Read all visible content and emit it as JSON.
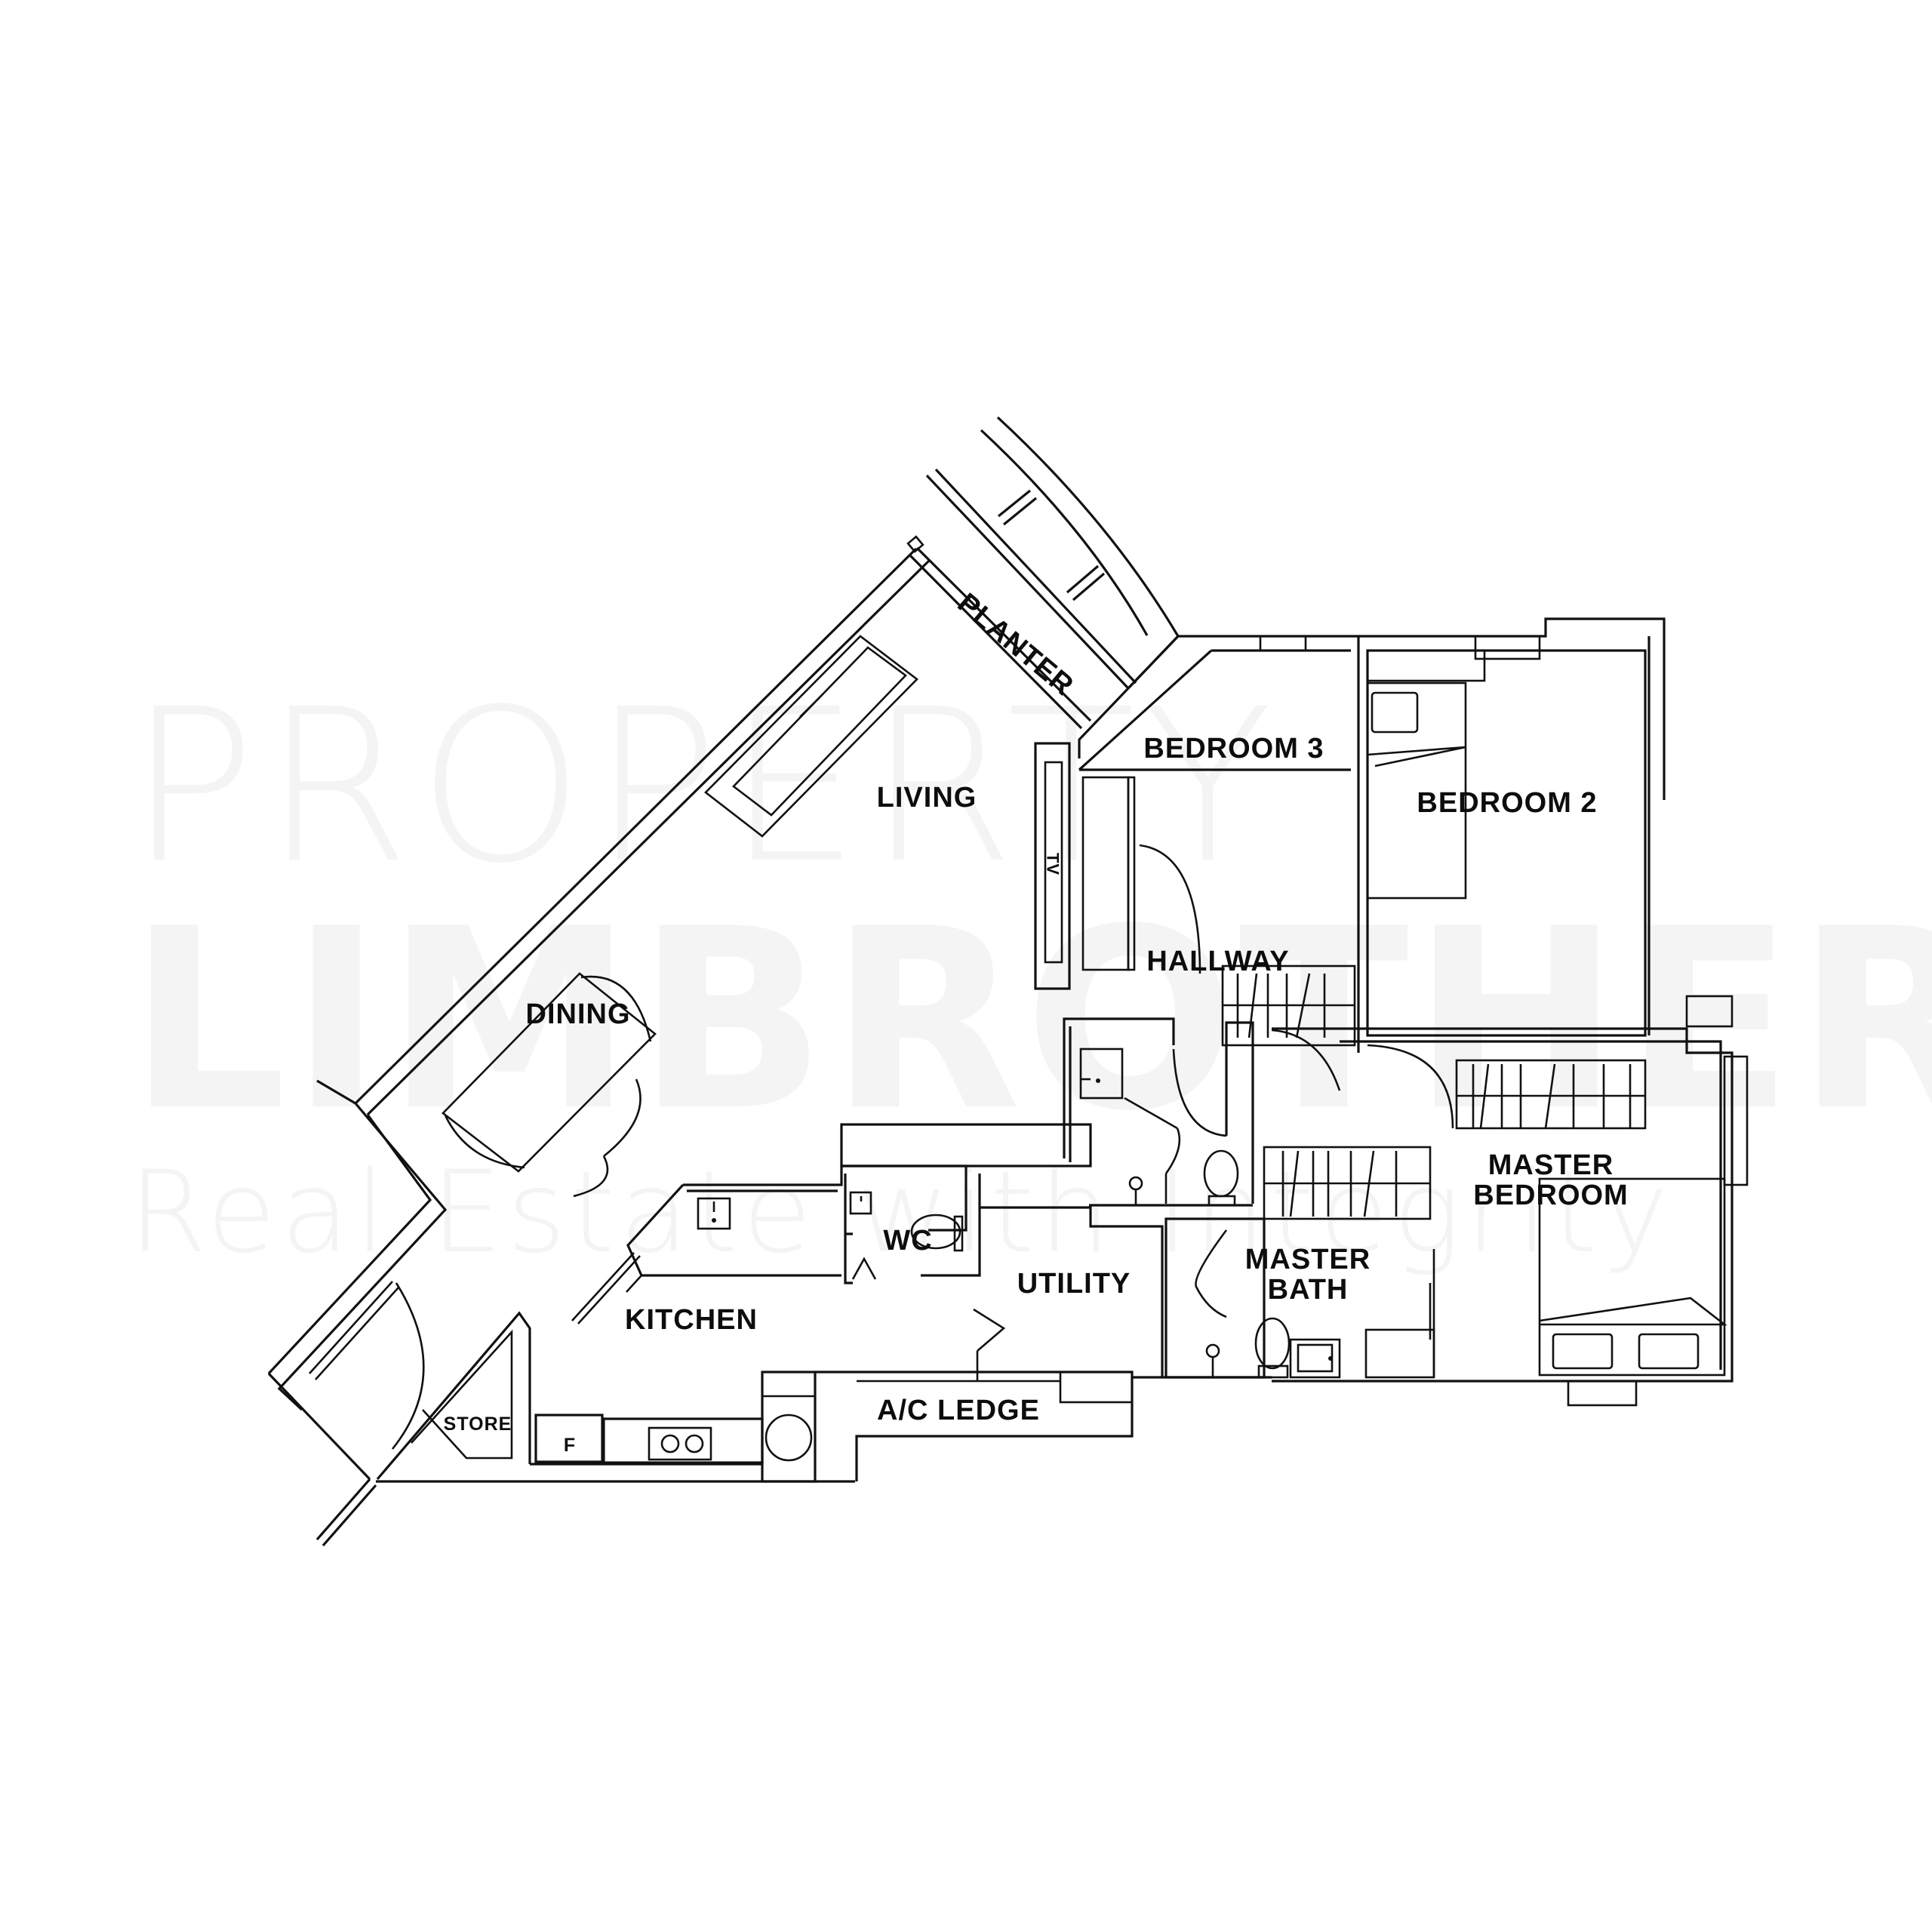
{
  "watermark": {
    "line1": "PROPERTY",
    "line2": "LIMBROTHERS",
    "line3": "Real Estate with Integrity",
    "color": "#f4f4f4"
  },
  "rooms": {
    "planter": "PLANTER",
    "living": "LIVING",
    "dining": "DINING",
    "bedroom3": "BEDROOM 3",
    "bedroom2": "BEDROOM 2",
    "hallway": "HALLWAY",
    "tv": "TV",
    "master_bedroom_l1": "MASTER",
    "master_bedroom_l2": "BEDROOM",
    "master_bath_l1": "MASTER",
    "master_bath_l2": "BATH",
    "wc": "WC",
    "utility": "UTILITY",
    "kitchen": "KITCHEN",
    "store": "STORE",
    "fridge": "F",
    "ac_ledge": "A/C LEDGE"
  },
  "colors": {
    "line": "#111111",
    "background": "#ffffff"
  }
}
